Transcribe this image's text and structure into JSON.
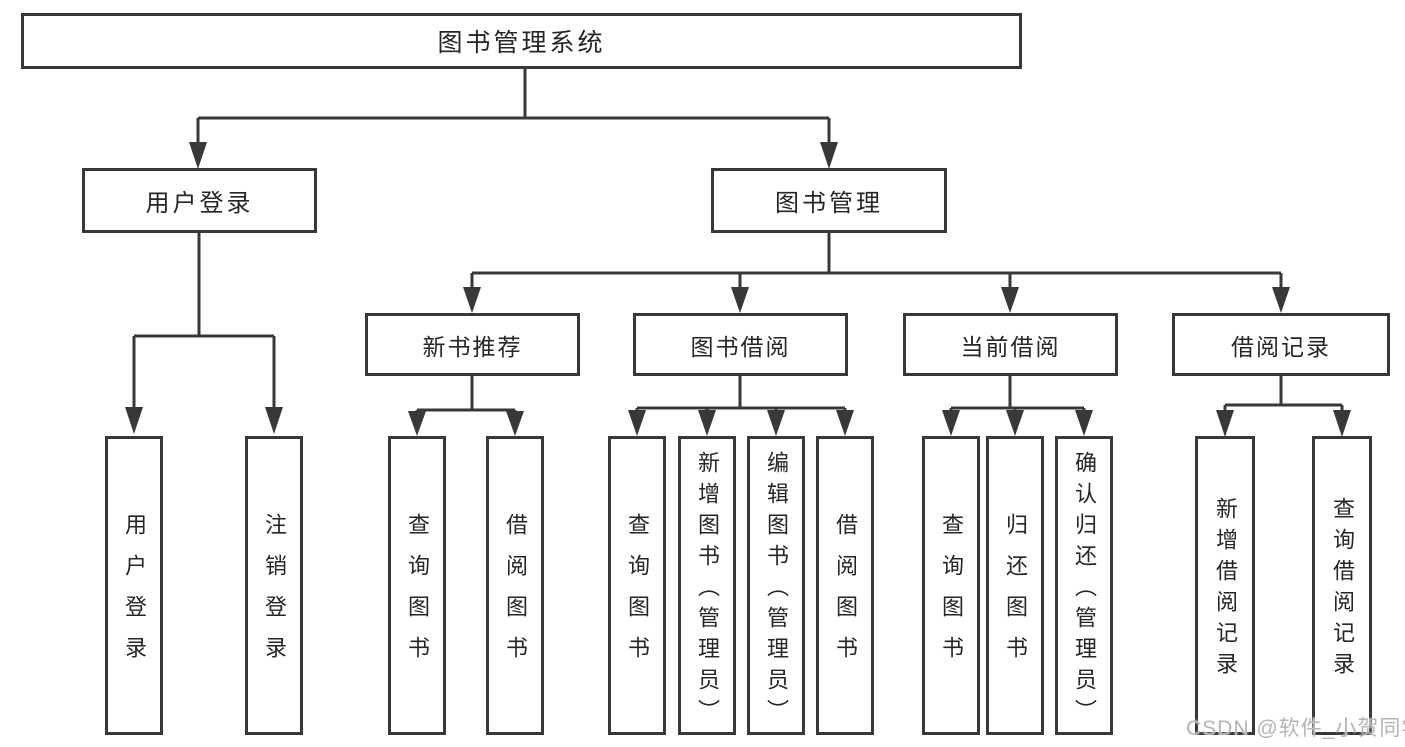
{
  "diagram": {
    "tree": {
      "root": {
        "label": "图书管理系统"
      },
      "level1": [
        {
          "label": "用户登录",
          "leaves": [
            {
              "label": "用户登录"
            },
            {
              "label": "注销登录"
            }
          ]
        },
        {
          "label": "图书管理",
          "groups": [
            {
              "label": "新书推荐",
              "leaves": [
                {
                  "label": "查询图书"
                },
                {
                  "label": "借阅图书"
                }
              ]
            },
            {
              "label": "图书借阅",
              "leaves": [
                {
                  "label": "查询图书"
                },
                {
                  "label": "新增图书（管理员）"
                },
                {
                  "label": "编辑图书（管理员）"
                },
                {
                  "label": "借阅图书"
                }
              ]
            },
            {
              "label": "当前借阅",
              "leaves": [
                {
                  "label": "查询图书"
                },
                {
                  "label": "归还图书"
                },
                {
                  "label": "确认归还（管理员）"
                }
              ]
            },
            {
              "label": "借阅记录",
              "leaves": [
                {
                  "label": "新增借阅记录"
                },
                {
                  "label": "查询借阅记录"
                }
              ]
            }
          ]
        }
      ]
    }
  },
  "watermark": {
    "text": "CSDN @软件_小贺同学"
  },
  "colors": {
    "line": "#383838",
    "text": "#262626",
    "box_background": "#ffffff",
    "watermark": "#b5b5b5"
  }
}
